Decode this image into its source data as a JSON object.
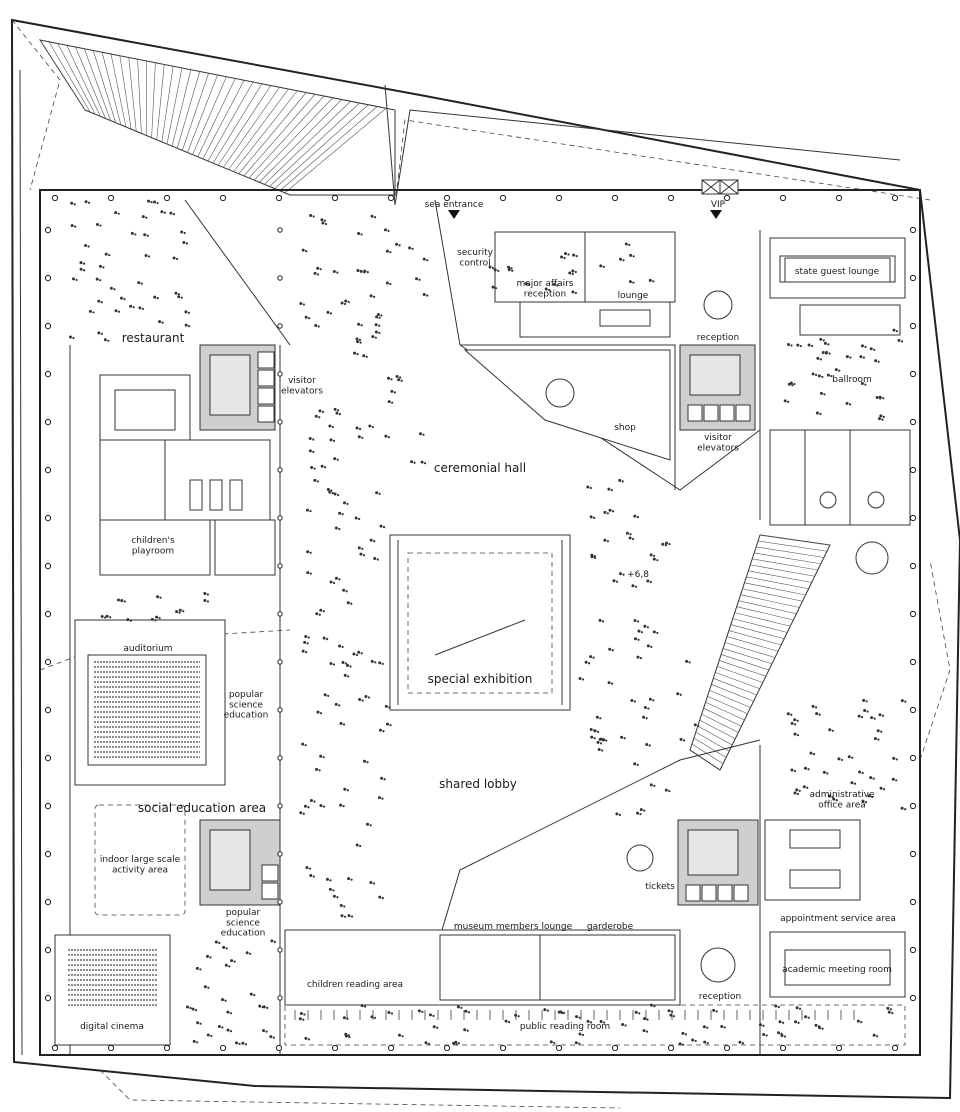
{
  "labels": {
    "sea_entrance": "sea entrance",
    "vip": "VIP",
    "security_control": "security\ncontrol",
    "major_affairs_reception": "major affairs\nreception",
    "lounge": "lounge",
    "state_guest_lounge": "state guest lounge",
    "restaurant": "restaurant",
    "visitor_elevators_left": "visitor\nelevators",
    "reception_top": "reception",
    "shop": "shop",
    "visitor_elevators_right": "visitor\nelevators",
    "ballroom": "ballroom",
    "ceremonial_hall": "ceremonial hall",
    "childrens_playroom": "children's\nplayroom",
    "plus_6_8": "+6,8",
    "auditorium": "auditorium",
    "popular_science_education_1": "popular\nscience\neducation",
    "special_exhibition": "special exhibition",
    "shared_lobby": "shared lobby",
    "social_education_area": "social education area",
    "administrative_office_area": "administrative\noffice area",
    "indoor_large_scale": "indoor large scale\nactivity area",
    "tickets": "tickets",
    "appointment_service_area": "appointment service area",
    "popular_science_education_2": "popular\nscience\neducation",
    "museum_members_lounge": "museum members lounge",
    "garderobe": "garderobe",
    "academic_meeting_room": "academic meeting room",
    "children_reading_area": "children reading area",
    "reception_bottom": "reception",
    "digital_cinema": "digital cinema",
    "public_reading_room": "public reading room"
  },
  "colors": {
    "line": "#222222",
    "core_fill": "#cfcfcf",
    "background": "#ffffff"
  },
  "icons": {
    "entrance_marker": "triangle-down-icon",
    "elevator": "elevator-x-icon"
  }
}
